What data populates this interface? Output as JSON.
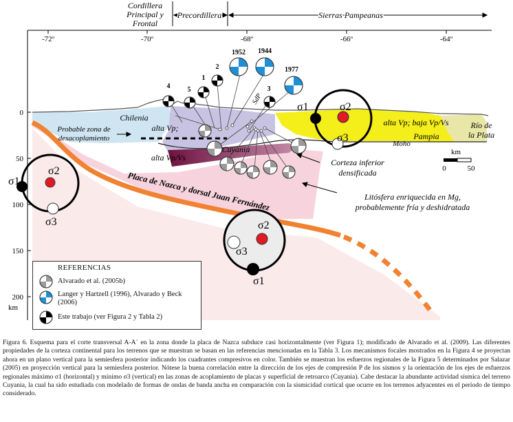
{
  "regions": {
    "cordillera": "Cordillera\nPrincipal y\nFrontal",
    "precordillera": "Precordillera",
    "sierras": "Sierras Pampeanas"
  },
  "longitudes": [
    "-72º",
    "-70º",
    "-68º",
    "-66º",
    "-64º"
  ],
  "depth_ticks": [
    "0",
    "50",
    "100",
    "150",
    "200"
  ],
  "depth_unit": "km",
  "years": [
    "1952",
    "1944",
    "1977"
  ],
  "event_numbers": [
    "4",
    "5",
    "1",
    "2",
    "3"
  ],
  "labels": {
    "chilenia": "Chilenia",
    "decoupling": "Probable zona de\ndesacoplamiento",
    "alta_vp": "alta Vp;",
    "alta_vpvs": "alta Vp/Vs",
    "cuyania": "Cuyania",
    "sdp": "SdP",
    "alta_vp_baja": "alta Vp; baja Vp/Vs",
    "pampia": "Pampia",
    "rio_plata": "Río de\nla Plata",
    "moho": "Moho",
    "corteza": "Corteza inferior\ndensificada",
    "placa": "Placa de Nazca y dorsal Juan Fernández",
    "litosfera": "Litósfera enriquecida en Mg,\nprobablemente fría y deshidratada"
  },
  "scale": {
    "unit": "km",
    "ticks": [
      "0",
      "50"
    ]
  },
  "sigma": {
    "s1": "σ1",
    "s2": "σ2",
    "s3": "σ3"
  },
  "references": {
    "title": "REFERENCIAS",
    "items": [
      "Alvarado et al. (2005b)",
      "Langer y Hartzell (1996), Alvarado y Beck (2006)",
      "Este trabajo (ver Figura 2 y Tabla 2)"
    ]
  },
  "caption": "Figura 6. Esquema para el corte transversal A-A´ en la zona donde la placa de Nazca subduce casi horizontalmente (ver Figura 1); modificado de Alvarado et al. (2009). Las diferentes propiedades de la corteza continental para los terrenos que se muestran se basan en las referencias mencionadas en la Tabla 3. Los mecanismos focales mostrados en la Figura 4 se proyectan ahora en un plano vertical para la semiesfera posterior indicando los cuadrantes compresivos en color. También se muestran los esfuerzos regionales de la Figura 5 determinados por Salazar (2005) en proyección vertical para la semiesfera posterior. Nótese la buena correlación entre la dirección de los ejes de compresión P de los sismos y la orientación de los ejes de esfuerzos regionales máximo σ1 (horizontal) y mínimo σ3 (vertical) en las zonas de acoplamiento de placas y superficial de retroarco (Cuyania). Cabe destacar la abundante actividad sísmica del terreno Cuyania, la cual ha sido estudiada con modelado de formas de ondas de banda ancha en comparación con la sismicidad cortical que ocurre en los terrenos adyacentes en el período de tiempo considerado.",
  "colors": {
    "plate": "#f08232",
    "pink": "#f7d3de",
    "yellow": "#f4ee1a",
    "purple": "#7a1b4a",
    "lavender": "#c4bfe0",
    "blue": "#1f8fd6",
    "red": "#e01b24"
  }
}
